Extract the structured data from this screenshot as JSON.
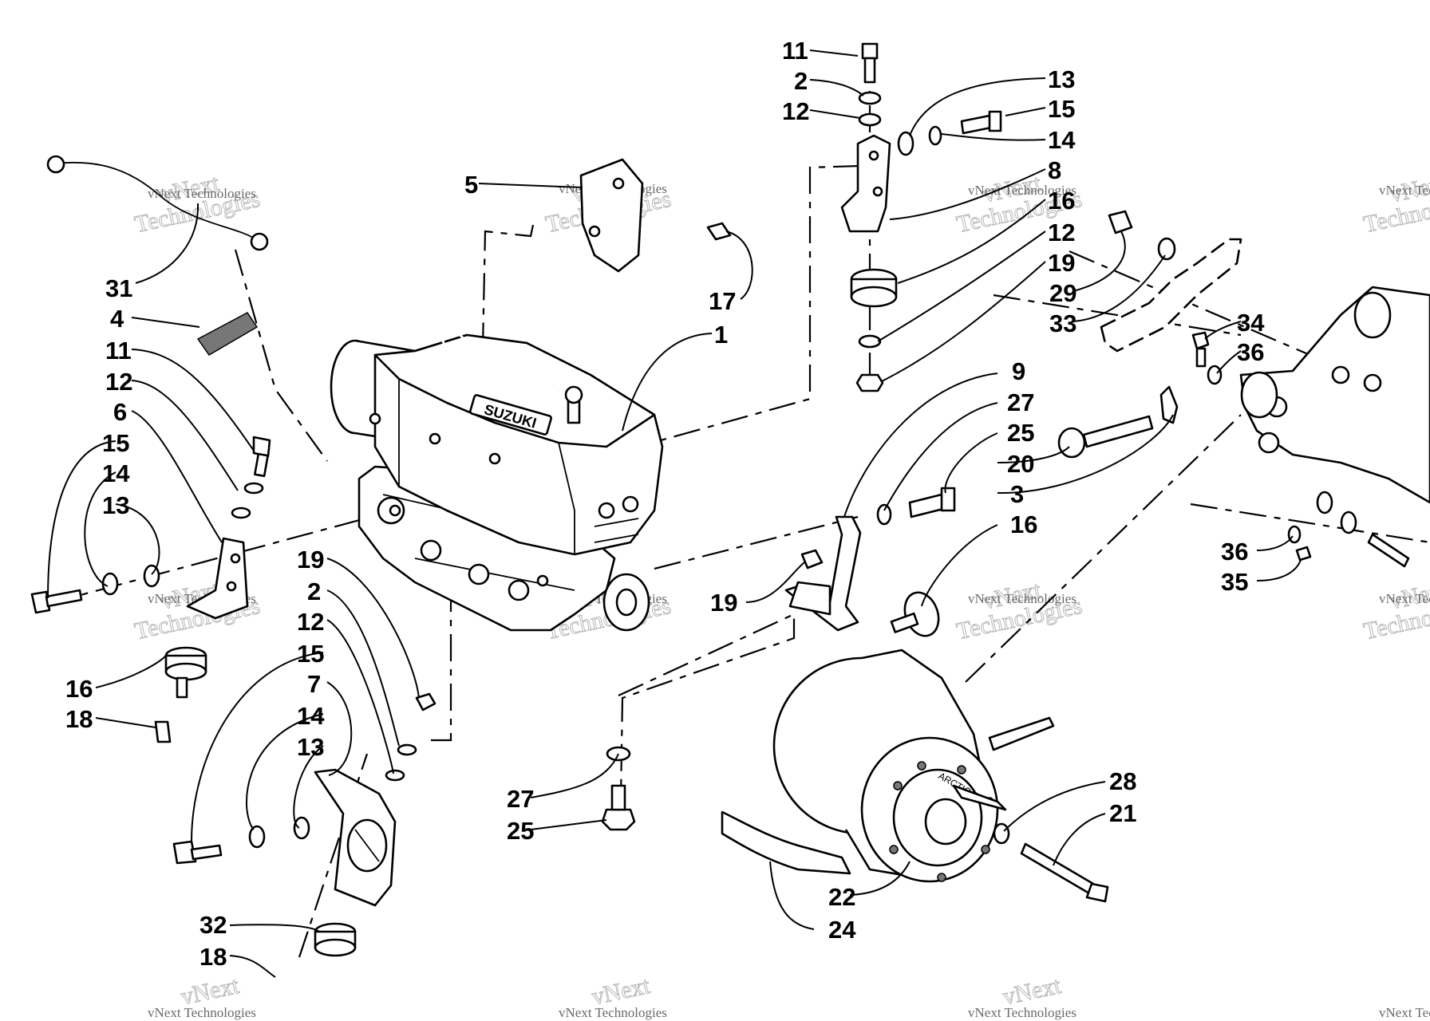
{
  "watermark": {
    "line1": "vNext",
    "line2": "Technologies",
    "small": "vNext Technologies"
  },
  "engine_brand": "SUZUKI",
  "clutch_brand": "ARCTIC CAT",
  "callouts": [
    "11",
    "2",
    "12",
    "13",
    "15",
    "14",
    "8",
    "16",
    "12",
    "19",
    "5",
    "17",
    "1",
    "31",
    "4",
    "11",
    "12",
    "6",
    "15",
    "14",
    "13",
    "16",
    "18",
    "19",
    "2",
    "12",
    "15",
    "7",
    "14",
    "13",
    "32",
    "18",
    "9",
    "27",
    "25",
    "20",
    "3",
    "16",
    "19",
    "27",
    "25",
    "28",
    "21",
    "22",
    "24",
    "29",
    "33",
    "34",
    "36",
    "36",
    "35"
  ]
}
